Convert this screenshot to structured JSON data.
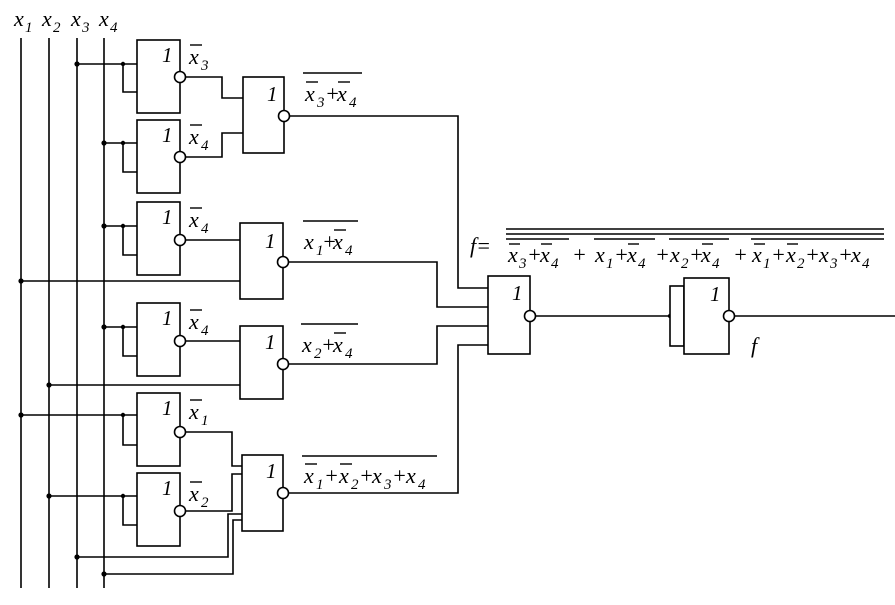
{
  "inputs": {
    "x1": {
      "base": "x",
      "sub": "1"
    },
    "x2": {
      "base": "x",
      "sub": "2"
    },
    "x3": {
      "base": "x",
      "sub": "3"
    },
    "x4": {
      "base": "x",
      "sub": "4"
    }
  },
  "gate_symbol": "1",
  "not_outputs": {
    "n_x3": {
      "base": "x",
      "sub": "3"
    },
    "n_x4_a": {
      "base": "x",
      "sub": "4"
    },
    "n_x4_b": {
      "base": "x",
      "sub": "4"
    },
    "n_x4_c": {
      "base": "x",
      "sub": "4"
    },
    "n_x1": {
      "base": "x",
      "sub": "1"
    },
    "n_x2": {
      "base": "x",
      "sub": "2"
    }
  },
  "nor_outputs": {
    "nor1": "x̄3 + x̄4 (overlined)",
    "nor2": "x1 + x̄4 (overlined)",
    "nor3": "x2 + x̄4 (overlined)",
    "nor4": "x̄1 + x̄2 + x3 + x4 (overlined)"
  },
  "formula": {
    "lhs": "f=",
    "plus": "+",
    "x": "x",
    "s1": "1",
    "s2": "2",
    "s3": "3",
    "s4": "4"
  },
  "output_label": "f"
}
